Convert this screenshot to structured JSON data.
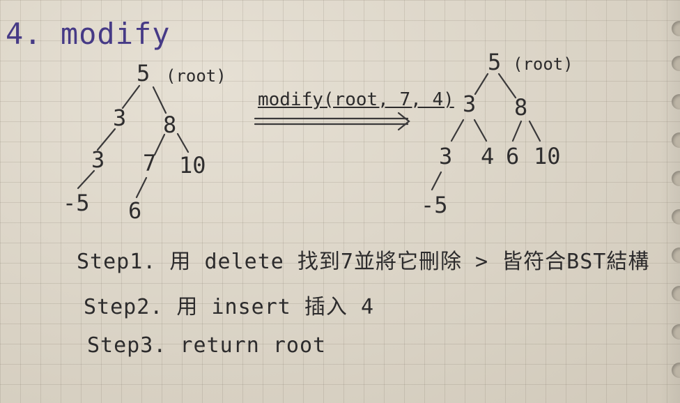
{
  "title": "4. modify",
  "left_tree": {
    "nodes": [
      "5",
      "3",
      "8",
      "3",
      "7",
      "10",
      "-5",
      "6"
    ],
    "root_note": "(root)"
  },
  "operation": "modify(root, 7, 4)",
  "right_tree": {
    "nodes": [
      "5",
      "3",
      "8",
      "3",
      "4",
      "6",
      "10",
      "-5"
    ],
    "root_note": "(root)"
  },
  "steps": [
    "Step1. 用 delete 找到7並將它刪除 > 皆符合BST結構",
    "Step2. 用 insert 插入 4",
    "Step3. return root"
  ]
}
